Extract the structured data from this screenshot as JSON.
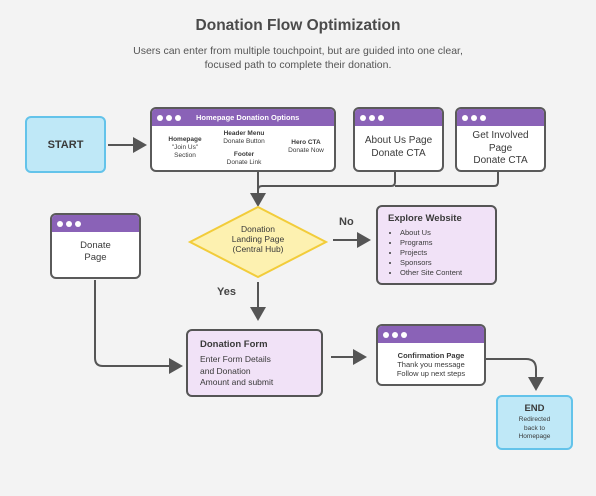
{
  "title": "Donation Flow Optimization",
  "subtitle": "Users can enter from multiple touchpoint, but are guided into one clear, focused path to complete their donation.",
  "start": {
    "label": "START"
  },
  "homepage_options": {
    "title": "Homepage Donation Options",
    "homepage_line1": "Homepage",
    "homepage_line2": "\"Join Us\"",
    "homepage_line3": "Section",
    "header_line1": "Header Menu",
    "header_line2": "Donate Button",
    "footer_line1": "Footer",
    "footer_line2": "Donate Link",
    "hero_line1": "Hero CTA",
    "hero_line2": "Donate Now"
  },
  "about_us": {
    "line1": "About Us Page",
    "line2": "Donate CTA"
  },
  "get_involved": {
    "line1": "Get Involved",
    "line2": "Page",
    "line3": "Donate CTA"
  },
  "landing": {
    "line1": "Donation",
    "line2": "Landing Page",
    "line3": "(Central Hub)"
  },
  "no_label": "No",
  "yes_label": "Yes",
  "explore": {
    "title": "Explore Website",
    "items": [
      "About Us",
      "Programs",
      "Projects",
      "Sponsors",
      "Other Site Content"
    ]
  },
  "donate_page": {
    "line1": "Donate",
    "line2": "Page"
  },
  "donation_form": {
    "title": "Donation Form",
    "line1": "Enter Form Details",
    "line2": "and Donation",
    "line3": "Amount and submit"
  },
  "confirmation": {
    "title": "Confirmation Page",
    "line1": "Thank you message",
    "line2": "Follow up next steps"
  },
  "end": {
    "label": "END",
    "line1": "Redirected",
    "line2": "back to",
    "line3": "Homepage"
  },
  "colors": {
    "purple": "#8a62b7",
    "cyan_fill": "#bfe8f7",
    "cyan_border": "#63c3ea",
    "diamond_fill": "#fdf1b0",
    "diamond_border": "#f2cc3a",
    "lavender": "#f1e2f7"
  }
}
